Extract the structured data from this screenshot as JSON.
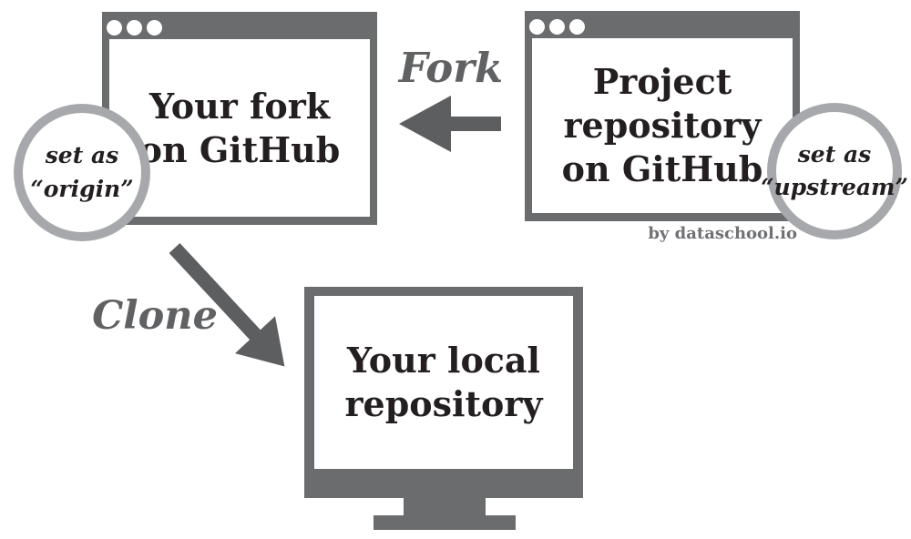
{
  "fork_window": {
    "title": "Your fork\non GitHub",
    "badge": "set as\n“origin”"
  },
  "project_window": {
    "title": "Project\nrepository\non GitHub",
    "badge": "set as\n“upstream”"
  },
  "local_repository": {
    "title": "Your local\nrepository"
  },
  "labels": {
    "fork": "Fork",
    "clone": "Clone"
  },
  "byline": "by dataschool.io",
  "colors": {
    "window_frame": "#6b6c6e",
    "arrow": "#5d5e60",
    "action_label": "#606163",
    "badge_ring": "#a6a8ab",
    "dark_text": "#231f20",
    "byline_text": "#707174",
    "background": "#ffffff"
  }
}
